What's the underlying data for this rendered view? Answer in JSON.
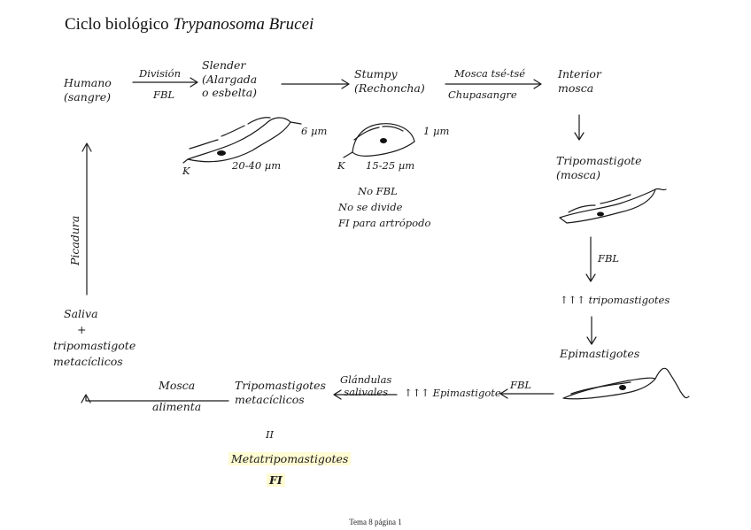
{
  "title": {
    "plain": "Ciclo biológico",
    "italic": "Trypanosoma Brucei"
  },
  "nodes": {
    "humano": [
      "Humano",
      "(sangre)"
    ],
    "division": "División",
    "fbl_top": "FBL",
    "slender": [
      "Slender",
      "(Alargada",
      "o esbelta)"
    ],
    "slender_width": "6 µm",
    "slender_length": "20-40 µm",
    "k_label": "K",
    "stumpy": [
      "Stumpy",
      "(Rechoncha)"
    ],
    "stumpy_width": "1 µm",
    "stumpy_length": "15-25 µm",
    "stumpy_notes": [
      "No FBL",
      "No se divide",
      "FI para artrópodo"
    ],
    "mosca_tse": "Mosca tsé-tsé",
    "chupasangre": "Chupasangre",
    "interior_mosca": [
      "Interior",
      "mosca"
    ],
    "tripo_mosca": [
      "Tripomastigote",
      "(mosca)"
    ],
    "fbl_right": "FBL",
    "many_tripo": "↑↑↑ tripomastigotes",
    "epimastigotes": "Epimastigotes",
    "fbl_bottom": "FBL",
    "many_epi": "↑↑↑ Epimastigote",
    "glandulas": [
      "Glándulas",
      "salivales"
    ],
    "tripo_meta": [
      "Tripomastigotes",
      "metacíclicos"
    ],
    "equals_mark": "II",
    "metatripo": "Metatripomastigotes",
    "fi": "FI",
    "mosca_alimenta": [
      "Mosca",
      "alimenta"
    ],
    "saliva": [
      "Saliva",
      "+",
      "tripomastigote",
      "metacíclicos"
    ],
    "picadura": "Picadura"
  },
  "footer": "Tema 8 página 1"
}
